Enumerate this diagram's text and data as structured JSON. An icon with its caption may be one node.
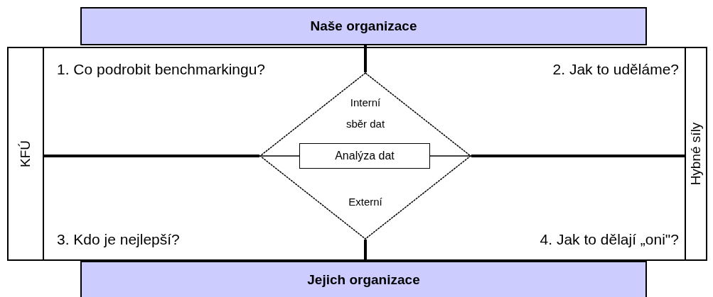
{
  "diagram": {
    "nodes": [
      {
        "text": [
          "Naše organizace"
        ]
      },
      {
        "text": [
          "KFÚ"
        ]
      },
      {
        "text": [
          "Hybné síly"
        ]
      },
      {
        "text": [
          "Interní sběr dat",
          "Externí"
        ]
      },
      {
        "text": [
          "Analýza dat"
        ],
        "in": 3
      },
      {
        "text": [
          "Jejich organizace"
        ]
      }
    ],
    "edges": [
      {
        "from": 3,
        "to": 4,
        "arrow": "none"
      },
      {
        "from": 4,
        "to": 3,
        "arrow": "none"
      },
      {
        "from": 1,
        "to": 3,
        "arrow": "none"
      },
      {
        "from": 3,
        "to": 2,
        "arrow": "none"
      },
      {
        "from": 0,
        "to": 3,
        "arrow": "none"
      },
      {
        "from": 3,
        "to": 5,
        "arrow": "none"
      }
    ],
    "labels": [
      "1. Co podrobit benchmarkingu?",
      "2. Jak to uděláme?",
      "3. Kdo je nejlepší?",
      "4. Jak to dělají „oni\"?"
    ]
  }
}
